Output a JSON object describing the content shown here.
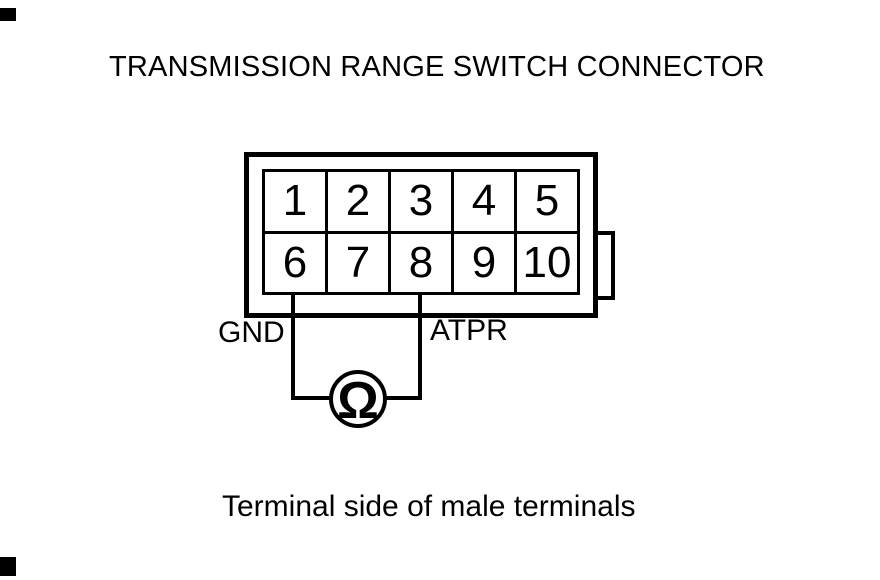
{
  "page": {
    "background_color": "#ffffff",
    "ink_color": "#000000"
  },
  "title": "TRANSMISSION RANGE SWITCH CONNECTOR",
  "connector": {
    "rows": 2,
    "cols": 5,
    "terminals": [
      "1",
      "2",
      "3",
      "4",
      "5",
      "6",
      "7",
      "8",
      "9",
      "10"
    ]
  },
  "labels": {
    "gnd": "GND",
    "atpr": "ATPR"
  },
  "meter": {
    "symbol": "Ω",
    "type": "ohmmeter",
    "connected_terminals": [
      "6",
      "8"
    ]
  },
  "caption": "Terminal side of male terminals"
}
